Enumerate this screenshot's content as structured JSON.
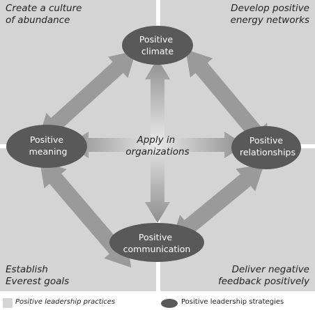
{
  "diagram": {
    "corners": {
      "top_left": "Create a culture\nof abundance",
      "top_right": "Develop positive\nenergy networks",
      "bottom_left": "Establish\nEverest goals",
      "bottom_right": "Deliver negative\nfeedback positively"
    },
    "nodes": {
      "top": [
        "Positive",
        "climate"
      ],
      "left": [
        "Positive",
        "meaning"
      ],
      "right": [
        "Positive",
        "relationships"
      ],
      "bottom": [
        "Positive",
        "communication"
      ]
    },
    "center": [
      "Apply in",
      "organizations"
    ]
  },
  "legend": {
    "practices": "Positive leadership practices",
    "strategies": "Positive leadership strategies"
  },
  "colors": {
    "quadrant": "#d4d4d4",
    "node": "#595959",
    "arrow": "#9a9a9a"
  }
}
